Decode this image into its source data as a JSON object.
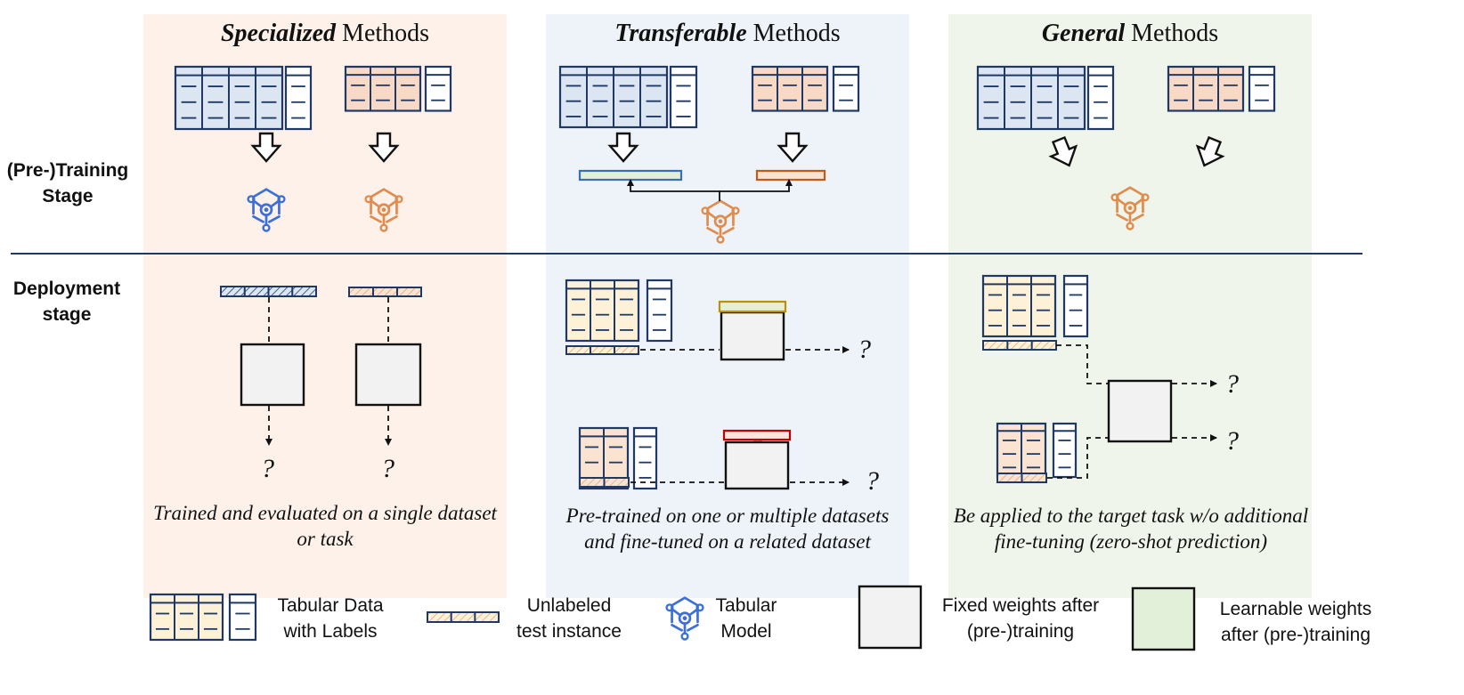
{
  "columns": [
    {
      "title_emph": "Specialized",
      "title_rest": " Methods",
      "bg": "#fdf1ea",
      "caption_line1": "Trained and evaluated on a single dataset",
      "caption_line2": "or task"
    },
    {
      "title_emph": "Transferable",
      "title_rest": " Methods",
      "bg": "#eef3fa",
      "caption_line1": "Pre-trained on one or multiple datasets",
      "caption_line2": "and fine-tuned on a related dataset"
    },
    {
      "title_emph": "General",
      "title_rest": " Methods",
      "bg": "#f0f5ec",
      "caption_line1": "Be applied to the target task w/o additional",
      "caption_line2": "fine-tuning (zero-shot prediction)"
    }
  ],
  "stages": {
    "pretraining_line1": "(Pre-)Training",
    "pretraining_line2": "Stage",
    "deployment_line1": "Deployment",
    "deployment_line2": "stage"
  },
  "output_symbol": "?",
  "legend": {
    "tabular_data_line1": "Tabular Data",
    "tabular_data_line2": "with Labels",
    "unlabeled_line1": "Unlabeled",
    "unlabeled_line2": "test instance",
    "model_line1": "Tabular",
    "model_line2": "Model",
    "fixed_line1": "Fixed weights after",
    "fixed_line2": "(pre-)training",
    "learnable_line1": "Learnable weights",
    "learnable_line2": "after (pre-)training"
  },
  "colors": {
    "navy": "#1f3864",
    "blue_fill": "#dce6f2",
    "peach_fill": "#f8d9c6",
    "cream_fill": "#fdf2d8",
    "blue_model": "#3c6fd8",
    "orange_model": "#e08c4e",
    "fixed_fill": "#f2f2f2",
    "learnable_fill": "#e2efd9",
    "green_bar_fill": "#e2efd9",
    "green_bar_stroke": "#3a6fb0",
    "orange_bar_stroke": "#c55a11",
    "gold_bar_stroke": "#bf9000",
    "red_bar_stroke": "#c00000"
  }
}
